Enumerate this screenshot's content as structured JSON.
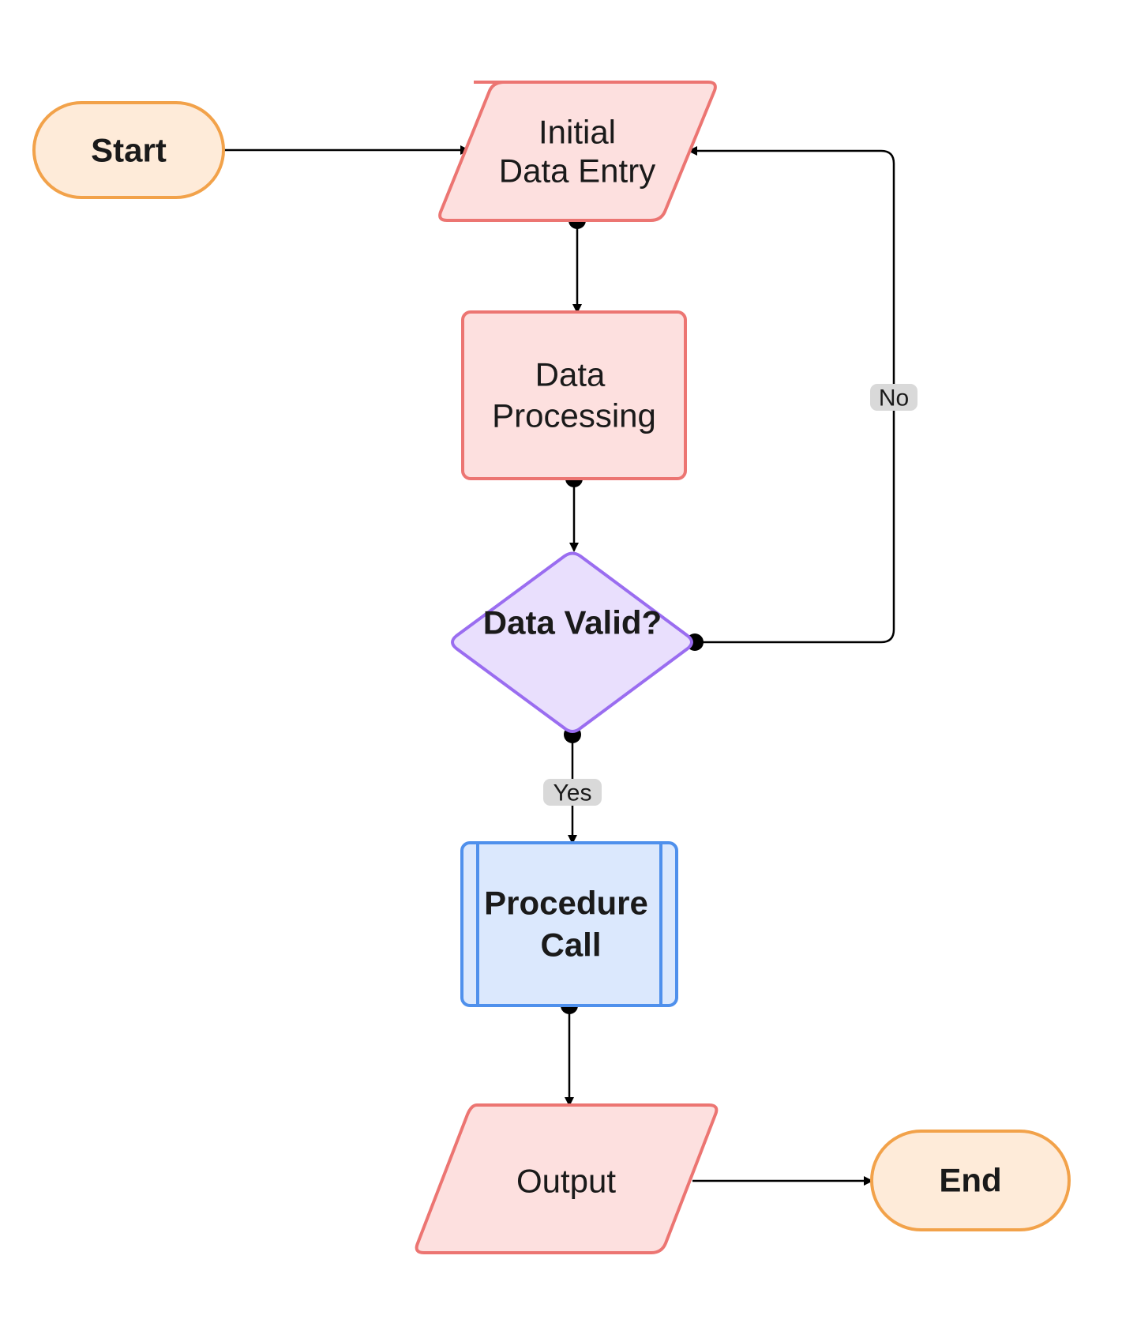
{
  "colors": {
    "terminal_fill": "#feebd9",
    "terminal_stroke": "#f2a24a",
    "io_fill": "#fde0df",
    "io_stroke": "#ec7572",
    "decision_fill": "#e9dffd",
    "decision_stroke": "#9a6df0",
    "subroutine_fill": "#dbe8fd",
    "subroutine_stroke": "#4f90ec",
    "edge": "#000000",
    "edge_label_bg": "#d9d9d9"
  },
  "nodes": {
    "start": {
      "label": "Start",
      "shape": "terminal"
    },
    "initial_entry": {
      "line1": "Initial",
      "line2": "Data Entry",
      "shape": "parallelogram"
    },
    "processing": {
      "line1": "Data",
      "line2": "Processing",
      "shape": "rectangle"
    },
    "decision": {
      "label": "Data Valid?",
      "shape": "diamond"
    },
    "procedure": {
      "line1": "Procedure",
      "line2": "Call",
      "shape": "subroutine"
    },
    "output": {
      "label": "Output",
      "shape": "parallelogram"
    },
    "end": {
      "label": "End",
      "shape": "terminal"
    }
  },
  "edges": {
    "no_label": "No",
    "yes_label": "Yes"
  }
}
